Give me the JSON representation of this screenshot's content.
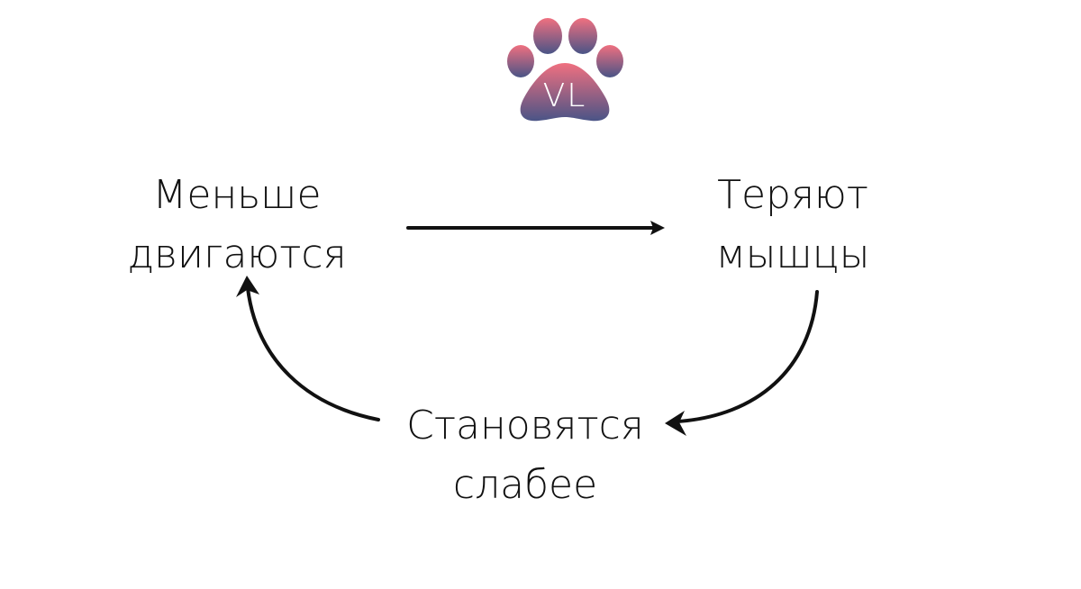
{
  "logo": {
    "text": "VL",
    "icon": "paw-icon",
    "gradient_top": "#f07080",
    "gradient_bottom": "#4a5486"
  },
  "nodes": {
    "less_move": {
      "line1": "Меньше",
      "line2": "двигаются"
    },
    "lose_muscle": {
      "line1": "Теряют",
      "line2": "мышцы"
    },
    "weaker": {
      "line1": "Становятся",
      "line2": "слабее"
    }
  },
  "colors": {
    "text": "#111111",
    "arrow": "#111111",
    "background": "#ffffff"
  }
}
